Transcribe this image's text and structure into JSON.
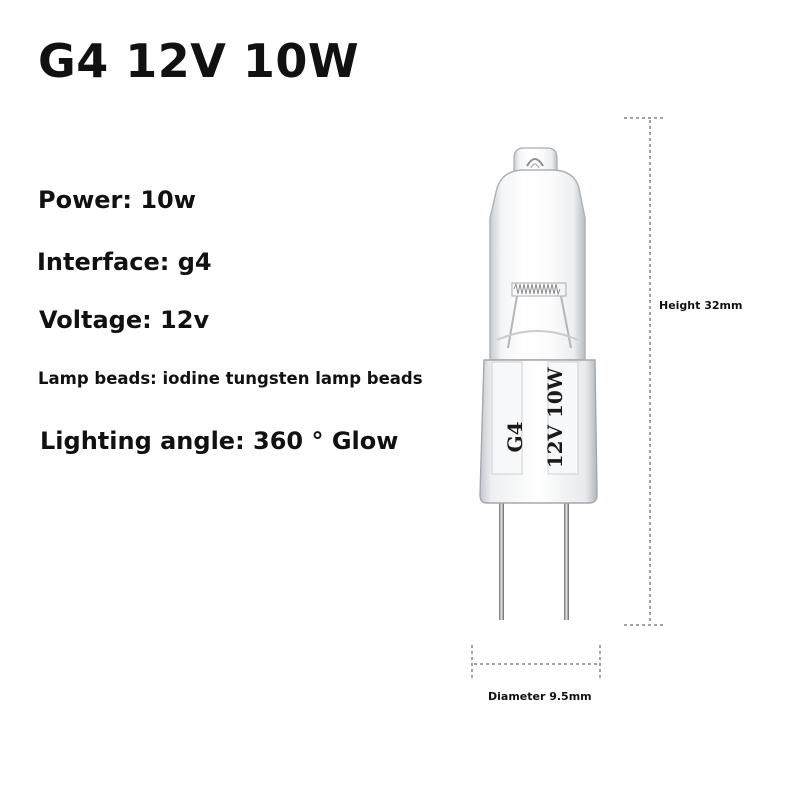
{
  "title": "G4 12V 10W",
  "specs": {
    "power": "Power: 10w",
    "interface": "Interface: g4",
    "voltage": "Voltage: 12v",
    "lamp_beads": "Lamp beads: iodine tungsten lamp beads",
    "lighting_angle": "Lighting angle: 360 ° Glow"
  },
  "dimensions": {
    "height": "Height 32mm",
    "diameter": "Diameter 9.5mm"
  },
  "bulb_print": {
    "line1": "G4",
    "line2": "12V 10W"
  },
  "colors": {
    "text": "#111111",
    "glass_edge": "#b8bcc0",
    "dimension_line": "#444444"
  }
}
